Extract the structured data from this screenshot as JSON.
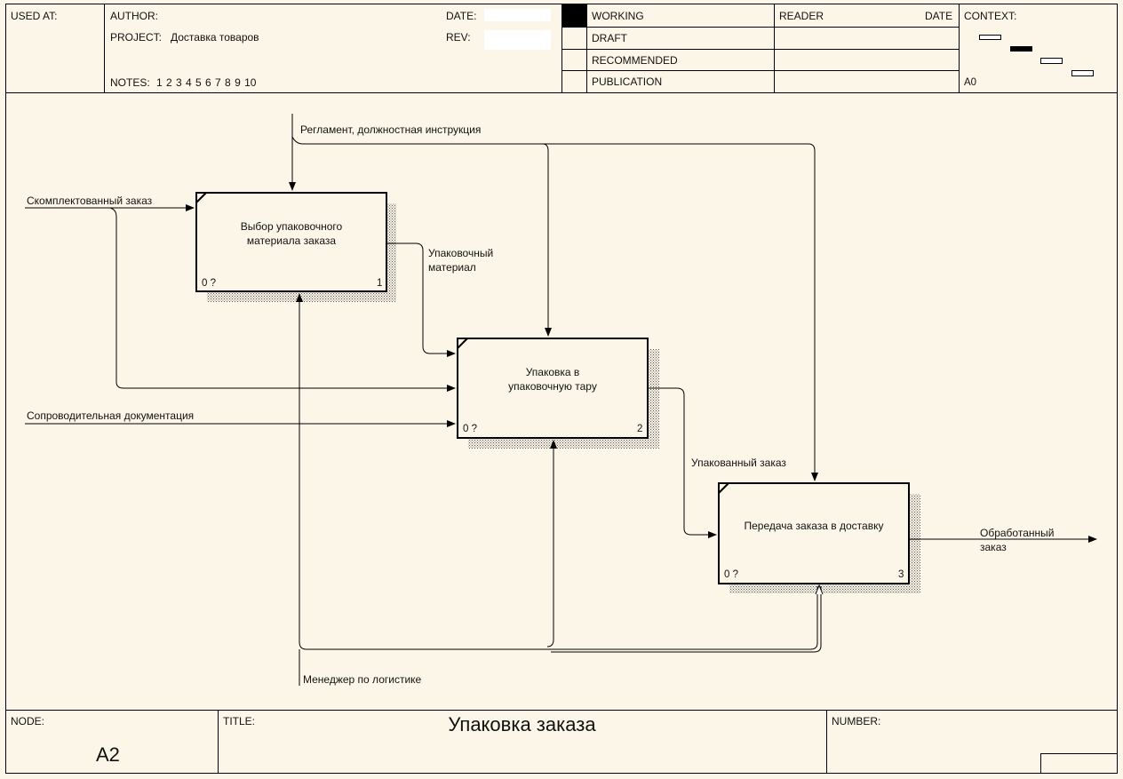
{
  "header": {
    "used_at": "USED AT:",
    "author": "AUTHOR:",
    "project_label": "PROJECT:",
    "project_value": "Доставка товаров",
    "date": "DATE:",
    "rev": "REV:",
    "notes_label": "NOTES:",
    "notes_numbers": "1 2 3 4 5 6 7 8 9 10",
    "status_working": "WORKING",
    "status_draft": "DRAFT",
    "status_recommended": "RECOMMENDED",
    "status_publication": "PUBLICATION",
    "reader": "READER",
    "reader_date": "DATE",
    "context": "CONTEXT:",
    "context_node": "A0"
  },
  "diagram": {
    "boxes": [
      {
        "label": "Выбор упаковочного материала заказа",
        "line1": "Выбор упаковочного",
        "line2": "материала заказа",
        "cost": "0 ?",
        "number": "1"
      },
      {
        "label": "Упаковка в упаковочную тару",
        "line1": "Упаковка в",
        "line2": "упаковочную тару",
        "cost": "0 ?",
        "number": "2"
      },
      {
        "label": "Передача заказа в доставку",
        "line1": "Передача заказа в доставку",
        "line2": "",
        "cost": "0 ?",
        "number": "3"
      }
    ],
    "arrows": {
      "control": "Регламент, должностная инструкция",
      "input_order": "Скомплектованный заказ",
      "input_docs": "Сопроводительная документация",
      "packing_material_1": "Упаковочный",
      "packing_material_2": "материал",
      "packed_order": "Упакованный заказ",
      "processed_1": "Обработанный",
      "processed_2": "заказ",
      "mechanism": "Менеджер по логистике"
    }
  },
  "footer": {
    "node_label": "NODE:",
    "node_value": "A2",
    "title_label": "TITLE:",
    "title_value": "Упаковка заказа",
    "number_label": "NUMBER:"
  }
}
